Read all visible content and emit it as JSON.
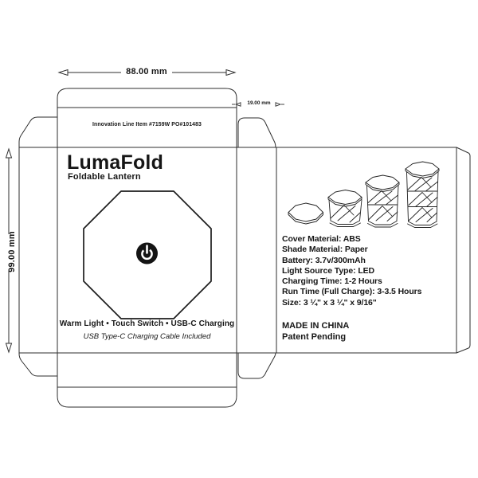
{
  "artboard": {
    "background": "#ffffff",
    "line_color": "#2e2e2e",
    "text_color": "#161616"
  },
  "dimensions": {
    "width": "88.00 mm",
    "depth": "19.00 mm",
    "height": "99.00 mm"
  },
  "top_panel": {
    "note": "Innovation Line Item #7159W PO#101483"
  },
  "front_panel": {
    "brand": "LumaFold",
    "product": "Foldable Lantern",
    "features": "Warm Light  •  Touch Switch  •  USB-C Charging",
    "cable_note": "USB Type-C Charging Cable Included",
    "power_icon": "power-symbol"
  },
  "back_panel": {
    "specs": [
      "Cover Material: ABS",
      "Shade Material: Paper",
      "Battery: 3.7v/300mAh",
      "Light Source Type: LED",
      "Charging Time: 1-2 Hours",
      "Run Time (Full Charge): 3-3.5 Hours",
      "Size: 3 ¼\" x 3 ¼\" x 9/16\""
    ],
    "made_in": "MADE IN CHINA",
    "patent": "Patent Pending"
  }
}
